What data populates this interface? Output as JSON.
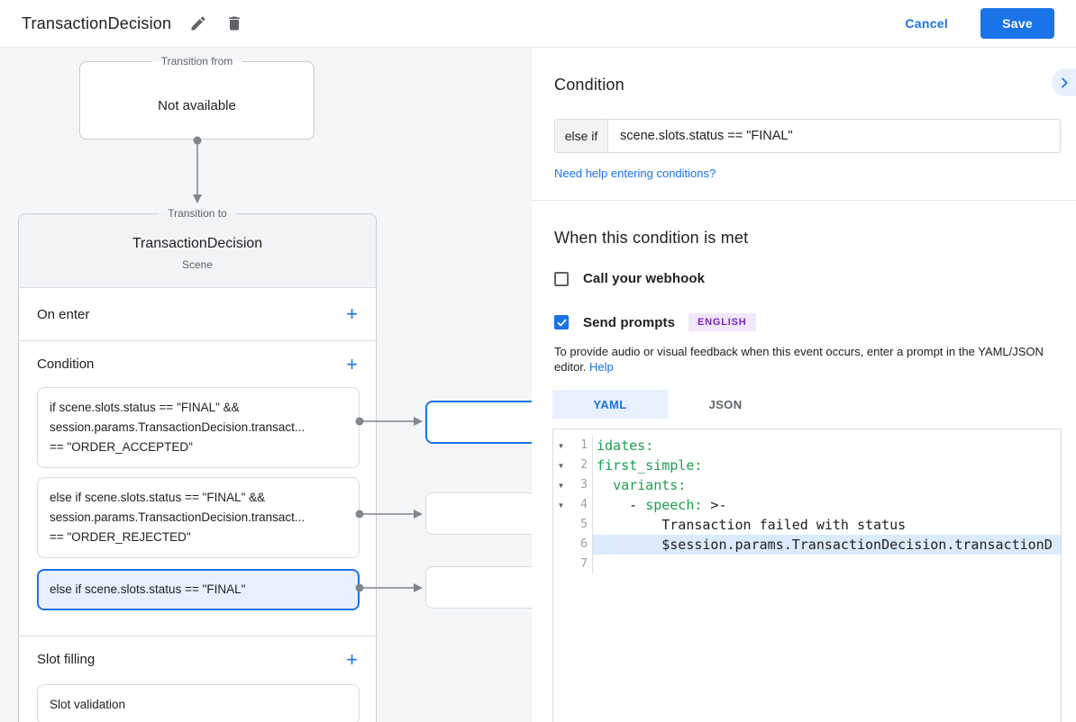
{
  "colors": {
    "accent_blue": "#1a73e8",
    "selected_card_bg": "#e8f0fe",
    "badge_purple_text": "#7627ba",
    "badge_purple_bg": "#f1e7fb",
    "yaml_key_green": "#1e9e4e",
    "canvas_bg": "#f4f6f8"
  },
  "header": {
    "title": "TransactionDecision",
    "cancel_label": "Cancel",
    "save_label": "Save"
  },
  "diagram": {
    "transition_from": {
      "legend": "Transition from",
      "content": "Not available"
    },
    "transition_to": {
      "legend": "Transition to",
      "title": "TransactionDecision",
      "subtitle": "Scene",
      "on_enter_label": "On enter",
      "condition_label": "Condition",
      "slot_filling_label": "Slot filling",
      "add_label": "+",
      "condition_cards": [
        {
          "text": "if scene.slots.status == \"FINAL\" &&\nsession.params.TransactionDecision.transact...\n== \"ORDER_ACCEPTED\"",
          "selected": false
        },
        {
          "text": "else if scene.slots.status == \"FINAL\" &&\nsession.params.TransactionDecision.transact...\n== \"ORDER_REJECTED\"",
          "selected": false
        },
        {
          "text": "else if scene.slots.status == \"FINAL\"",
          "selected": true
        }
      ],
      "slot_card": "Slot validation"
    }
  },
  "panel": {
    "title": "Condition",
    "condition_input": {
      "prefix": "else if",
      "value": "scene.slots.status == \"FINAL\""
    },
    "help_link": "Need help entering conditions?",
    "when_met": {
      "title": "When this condition is met",
      "webhook_label": "Call your webhook",
      "webhook_checked": false,
      "prompts_label": "Send prompts",
      "prompts_checked": true,
      "language_badge": "ENGLISH",
      "description": "To provide audio or visual feedback when this event occurs, enter a prompt in the YAML/JSON editor.",
      "help_label": "Help"
    },
    "editor": {
      "tabs": [
        {
          "label": "YAML",
          "active": true
        },
        {
          "label": "JSON",
          "active": false
        }
      ],
      "lines": [
        {
          "num": "1",
          "fold": true,
          "highlight": false,
          "segs": [
            {
              "t": "idates:",
              "c": "key"
            }
          ]
        },
        {
          "num": "2",
          "fold": true,
          "highlight": false,
          "segs": [
            {
              "t": "first_simple:",
              "c": "key"
            }
          ]
        },
        {
          "num": "3",
          "fold": true,
          "highlight": false,
          "segs": [
            {
              "t": "  ",
              "c": "plain"
            },
            {
              "t": "variants:",
              "c": "key"
            }
          ]
        },
        {
          "num": "4",
          "fold": true,
          "highlight": false,
          "segs": [
            {
              "t": "    - ",
              "c": "plain"
            },
            {
              "t": "speech:",
              "c": "key"
            },
            {
              "t": " >-",
              "c": "plain"
            }
          ]
        },
        {
          "num": "5",
          "fold": false,
          "highlight": false,
          "segs": [
            {
              "t": "        Transaction failed with status",
              "c": "plain"
            }
          ]
        },
        {
          "num": "6",
          "fold": false,
          "highlight": true,
          "segs": [
            {
              "t": "        $session.params.TransactionDecision.transactionD",
              "c": "plain"
            }
          ]
        },
        {
          "num": "7",
          "fold": false,
          "highlight": false,
          "segs": []
        }
      ]
    }
  }
}
